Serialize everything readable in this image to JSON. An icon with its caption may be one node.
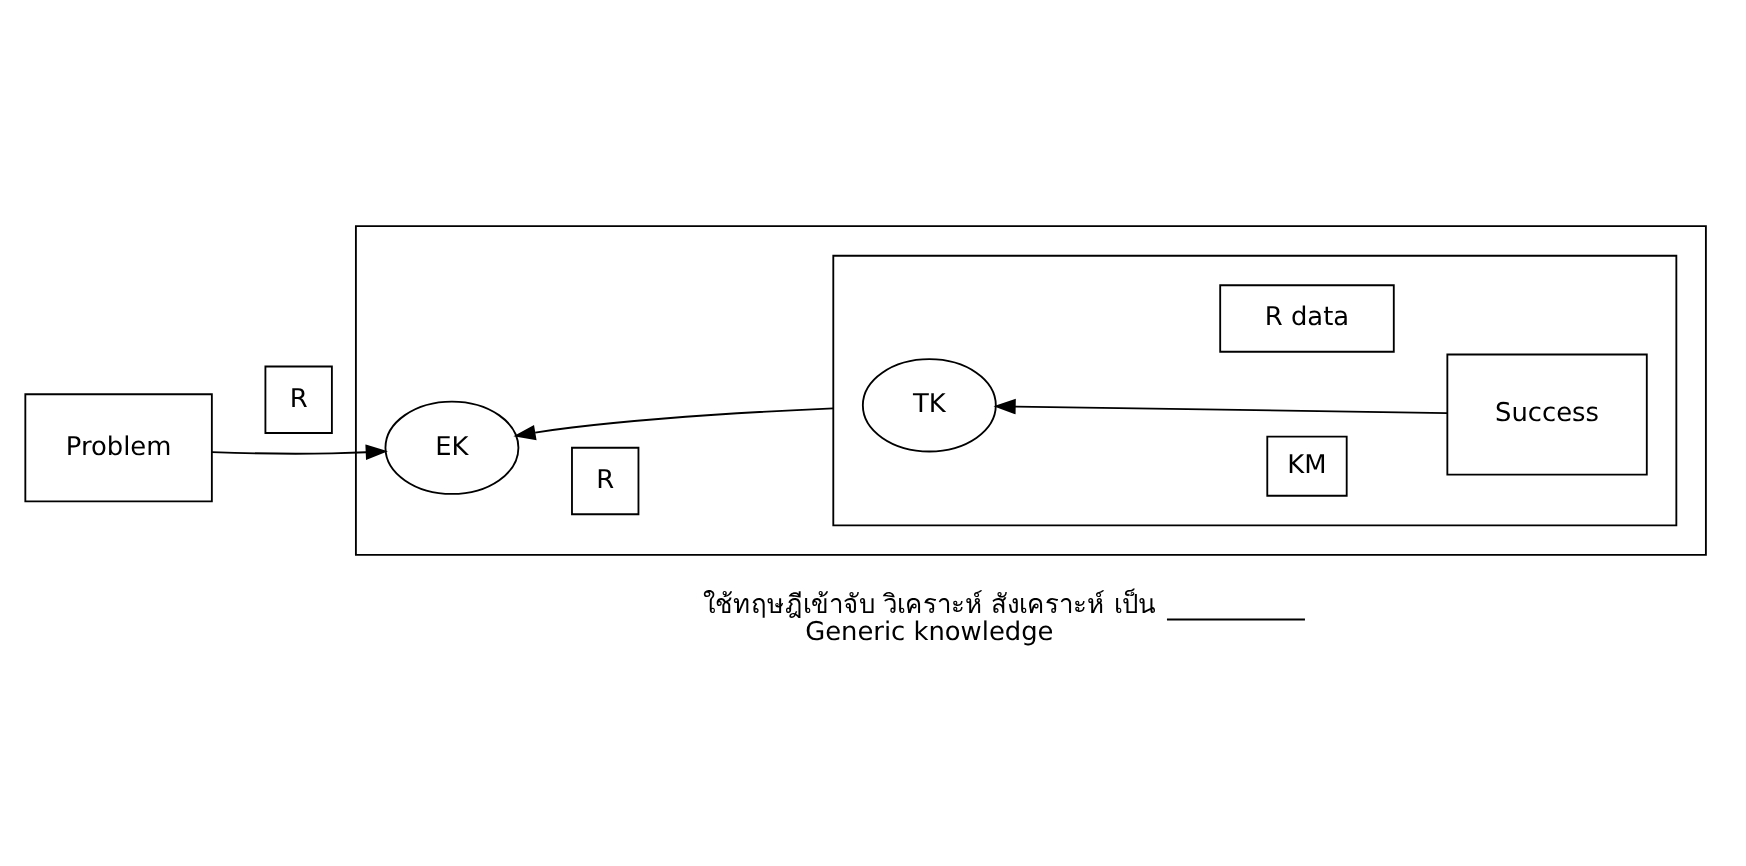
{
  "diagram": {
    "nodes": [
      {
        "text": [
          "Problem"
        ]
      },
      {
        "text": [
          "R"
        ]
      },
      {
        "text": [],
        "shape": "box"
      },
      {
        "text": [
          "EK"
        ],
        "in": 2
      },
      {
        "text": [
          "R"
        ],
        "in": 2
      },
      {
        "text": [],
        "shape": "box",
        "in": 2
      },
      {
        "text": [
          "TK"
        ],
        "in": 5
      },
      {
        "text": [
          "KM"
        ],
        "in": 5
      },
      {
        "text": [
          "Success"
        ],
        "in": 5
      },
      {
        "text": [
          "R data"
        ],
        "in": 5
      },
      {
        "text": [
          "ใช้ทฤษฎีเข้าจับ วิเคราะห์ สังเคราะห์ เป็น",
          "Generic knowledge"
        ]
      }
    ],
    "edges": [
      {
        "from": 0,
        "to": 3,
        "arrow": "to"
      },
      {
        "from": 5,
        "to": 3,
        "arrow": "to"
      },
      {
        "from": 8,
        "to": 6,
        "arrow": "to"
      },
      {
        "from": 10,
        "to": null,
        "arrow": "none"
      }
    ]
  }
}
